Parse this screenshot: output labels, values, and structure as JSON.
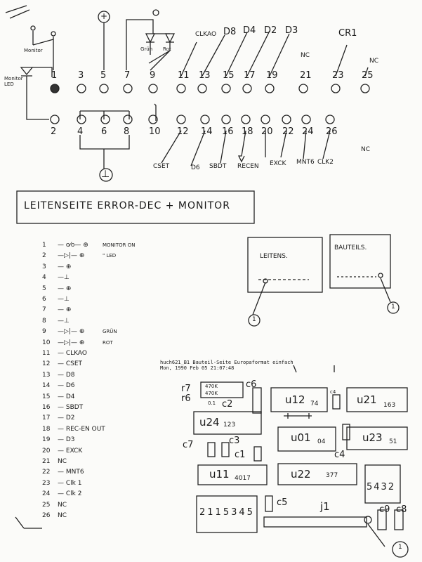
{
  "connector": {
    "top_pins": [
      "1",
      "3",
      "5",
      "7",
      "9",
      "11",
      "13",
      "15",
      "17",
      "19",
      "21",
      "23",
      "25"
    ],
    "bottom_pins": [
      "2",
      "4",
      "6",
      "8",
      "10",
      "12",
      "14",
      "16",
      "18",
      "20",
      "22",
      "24",
      "26"
    ],
    "top_signals": [
      "CLKAO",
      "D8",
      "D4",
      "D2",
      "D3",
      "NC",
      "CR1",
      "NC"
    ],
    "bottom_signals": [
      "CSET",
      "D6",
      "SBDT",
      "RECEN",
      "EXCK",
      "MNT6",
      "CLK2",
      "NC"
    ],
    "plus_symbol": "+",
    "ground_symbol": "⊥",
    "monitor_switch_label": "Monitor",
    "monitor_led_label": "Monitor LED",
    "gruen_label": "Grün",
    "rot_label": "Rot"
  },
  "title": "LEITENSEITE ERROR-DEC + MONITOR",
  "pin_list": [
    {
      "n": "1",
      "desc": "— o⁄o— ⊕",
      "note": "MONITOR ON"
    },
    {
      "n": "2",
      "desc": "—▷|— ⊕",
      "note": "\" LED"
    },
    {
      "n": "3",
      "desc": "— ⊕",
      "note": ""
    },
    {
      "n": "4",
      "desc": "—⊥",
      "note": ""
    },
    {
      "n": "5",
      "desc": "— ⊕",
      "note": ""
    },
    {
      "n": "6",
      "desc": "—⊥",
      "note": ""
    },
    {
      "n": "7",
      "desc": "— ⊕",
      "note": ""
    },
    {
      "n": "8",
      "desc": "—⊥",
      "note": ""
    },
    {
      "n": "9",
      "desc": "—▷|— ⊕",
      "note": "GRÜN"
    },
    {
      "n": "10",
      "desc": "—▷|— ⊕",
      "note": "ROT"
    },
    {
      "n": "11",
      "desc": "— CLKAO",
      "note": ""
    },
    {
      "n": "12",
      "desc": "— CSET",
      "note": ""
    },
    {
      "n": "13",
      "desc": "— D8",
      "note": ""
    },
    {
      "n": "14",
      "desc": "— D6",
      "note": ""
    },
    {
      "n": "15",
      "desc": "— D4",
      "note": ""
    },
    {
      "n": "16",
      "desc": "— SBDT",
      "note": ""
    },
    {
      "n": "17",
      "desc": "— D2",
      "note": ""
    },
    {
      "n": "18",
      "desc": "— REC-EN OUT",
      "note": ""
    },
    {
      "n": "19",
      "desc": "— D3",
      "note": ""
    },
    {
      "n": "20",
      "desc": "— EXCK",
      "note": ""
    },
    {
      "n": "21",
      "desc": "NC",
      "note": ""
    },
    {
      "n": "22",
      "desc": "— MNT6",
      "note": ""
    },
    {
      "n": "23",
      "desc": "— Clk 1",
      "note": ""
    },
    {
      "n": "24",
      "desc": "— Clk 2",
      "note": ""
    },
    {
      "n": "25",
      "desc": "NC",
      "note": ""
    },
    {
      "n": "26",
      "desc": "NC",
      "note": ""
    }
  ],
  "views": {
    "left_label": "LEITENS.",
    "right_label": "BAUTEILS.",
    "marker": "1"
  },
  "pcb": {
    "header_line1": "huch621_B1 Bauteil-Seite Europaformat einfach",
    "header_line2": "Mon, 1990 Feb 05 21:07:48",
    "components": {
      "r7": "r7",
      "r6": "r6",
      "r7_val": "470K",
      "r6_val": "470K",
      "c6": "c6",
      "c2": "c2",
      "c2_val": "0.1",
      "u12": "u12",
      "u12_val": "74",
      "c4": "c4",
      "u21": "u21",
      "u21_val": "163",
      "u24": "u24",
      "u24_val": "123",
      "u01": "u01",
      "u01_val": "04",
      "u23": "u23",
      "u23_val": "51",
      "c7": "c7",
      "c3": "c3",
      "c1": "c1",
      "u11": "u11",
      "u11_val": "4017",
      "u22": "u22",
      "u22_val": "377",
      "c5": "c5",
      "j1": "j1",
      "c9": "c9",
      "c8": "c8",
      "dip_left": "2115345",
      "dip_right": "5432",
      "marker": "1"
    }
  }
}
